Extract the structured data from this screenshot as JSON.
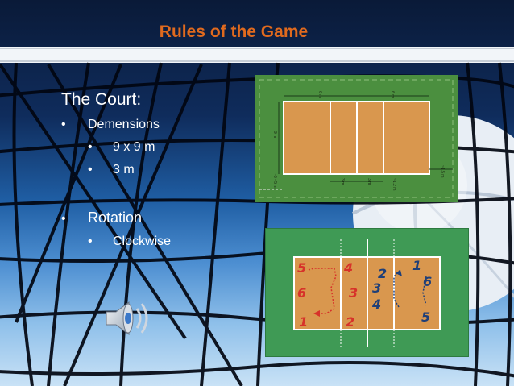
{
  "slide": {
    "title": "Rules of the Game",
    "section_court": "The Court:",
    "item_dimensions": "Demensions",
    "sub_size": "9 x 9 m",
    "sub_line": "3 m",
    "item_rotation": "Rotation",
    "sub_clockwise": "Clockwise",
    "bullet_char": "•"
  },
  "court_diagram": {
    "dim_top_left": "6 m",
    "dim_top_right": "6 m",
    "dim_left_side": "9 m",
    "dim_right_side": "~1.5 m",
    "dim_bottom_left": "~3 - 5 m",
    "dim_attack_left": "3 m",
    "dim_attack_right": "3 m",
    "dim_net_post": "~1.2 m"
  },
  "rotation_diagram": {
    "left_team_positions": [
      "5",
      "4",
      "6",
      "3",
      "1",
      "2"
    ],
    "right_team_positions": [
      "1",
      "6",
      "2",
      "3",
      "4",
      "5"
    ]
  },
  "colors": {
    "title": "#e06a1e",
    "court_orange": "#d9974e",
    "court_green": "#4b8f3f",
    "zone_green": "#3f9a55",
    "rotation_red": "#d7322a",
    "rotation_blue": "#1f3f78"
  },
  "icons": {
    "speaker": "speaker-icon"
  }
}
